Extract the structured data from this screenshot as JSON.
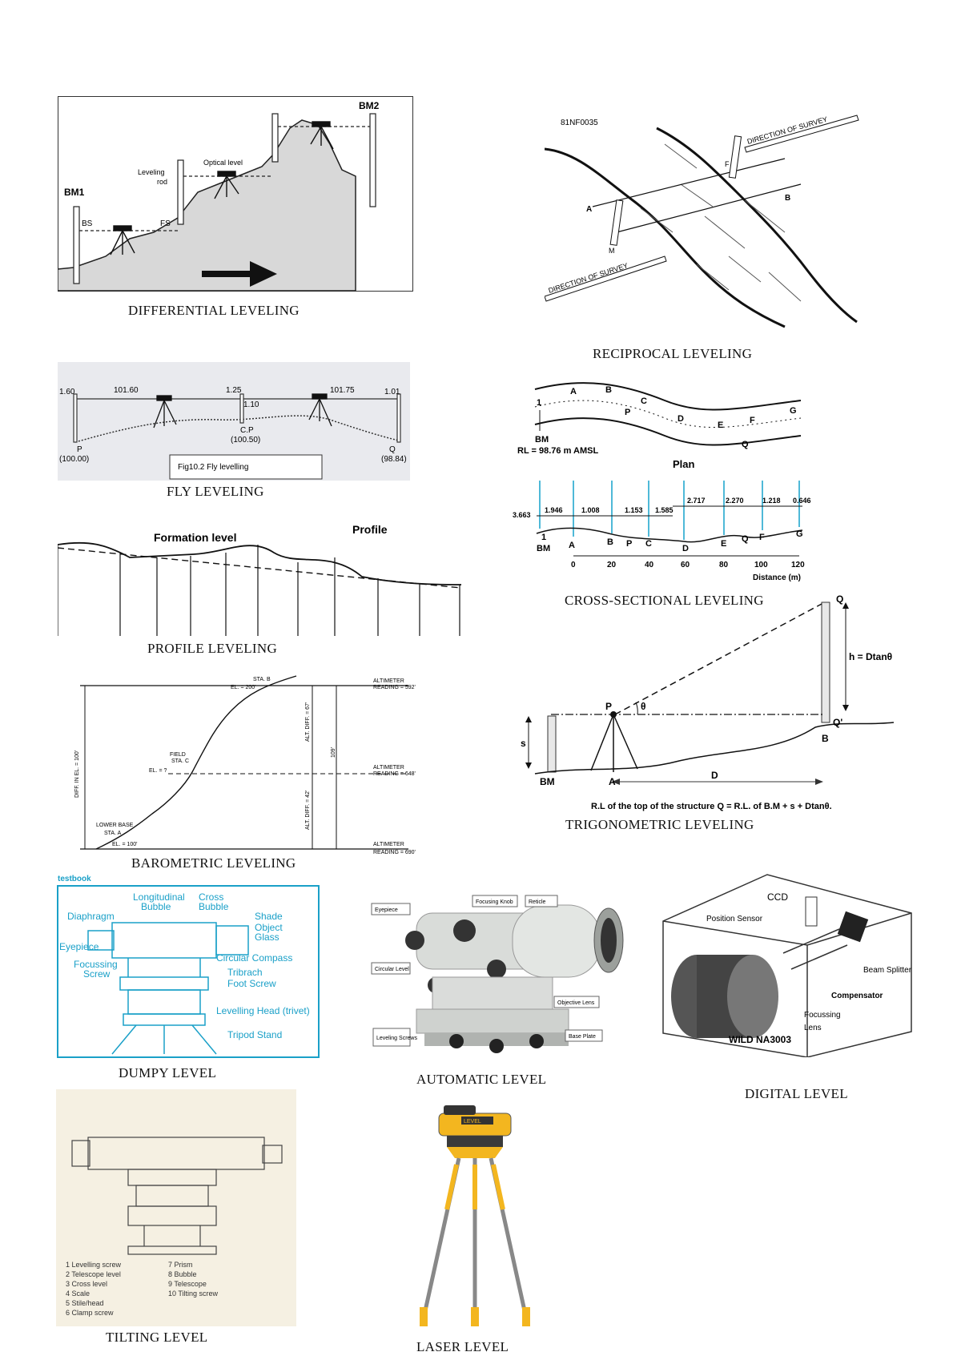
{
  "captions": {
    "differential": "DIFFERENTIAL LEVELING",
    "reciprocal": "RECIPROCAL LEVELING",
    "fly": "FLY LEVELING",
    "cross": "CROSS-SECTIONAL LEVELING",
    "profile": "PROFILE LEVELING",
    "trig": "TRIGONOMETRIC LEVELING",
    "barometric": "BAROMETRIC LEVELING",
    "dumpy": "DUMPY LEVEL",
    "automatic": "AUTOMATIC LEVEL",
    "digital": "DIGITAL LEVEL",
    "tilting": "TILTING LEVEL",
    "laser": "LASER LEVEL"
  },
  "differential": {
    "bm1": "BM1",
    "bm2": "BM2",
    "bs": "BS",
    "fs": "FS",
    "rod": "Leveling",
    "rod2": "rod",
    "optical": "Optical level"
  },
  "reciprocal": {
    "code": "81NF0035",
    "dir1": "DIRECTION OF SURVEY",
    "dir2": "DIRECTION OF SURVEY",
    "a": "A",
    "b": "B",
    "f": "F",
    "m": "M"
  },
  "fly": {
    "v1": "1.60",
    "v2": "101.60",
    "v3": "1.25",
    "v4": "1.10",
    "v5": "101.75",
    "v6": "1.01",
    "p": "P",
    "p_val": "(100.00)",
    "cp": "C.P",
    "cp_val": "(100.50)",
    "q": "Q",
    "q_val": "(98.84)",
    "fig_caption": "Fig10.2 Fly levelling"
  },
  "cross": {
    "bm": "BM",
    "rl": "RL = 98.76 m AMSL",
    "plan": "Plan",
    "plan_points": [
      "1",
      "A",
      "B",
      "P",
      "C",
      "D",
      "E",
      "F",
      "G",
      "Q"
    ],
    "readings": [
      "3.663",
      "1.946",
      "1.008",
      "1.153",
      "1.585",
      "2.717",
      "2.270",
      "1.218",
      "0.646"
    ],
    "profile_points": [
      "1",
      "BM",
      "A",
      "B",
      "P",
      "C",
      "D",
      "E",
      "Q",
      "F",
      "G"
    ],
    "axis_ticks": [
      "0",
      "20",
      "40",
      "60",
      "80",
      "100",
      "120"
    ],
    "axis_label": "Distance (m)"
  },
  "profile": {
    "formation": "Formation level",
    "profile": "Profile"
  },
  "trig": {
    "q": "Q",
    "q2": "Q'",
    "h": "h = Dtanθ",
    "p": "P",
    "theta": "θ",
    "s": "s",
    "bm": "BM",
    "a": "A",
    "b": "B",
    "d": "D",
    "formula": "R.L of the top of the structure Q = R.L. of B.M + s + Dtanθ."
  },
  "barometric": {
    "sta_b": "STA. B",
    "el_b": "EL. = 200'",
    "alt1": "ALTIMETER",
    "read1": "READING = 592'",
    "alt2": "ALTIMETER",
    "read2": "READING = 648'",
    "alt3": "ALTIMETER",
    "read3": "READING = 690'",
    "field": "FIELD",
    "sta_c": "STA. C",
    "el_c": "EL. = ?",
    "lower": "LOWER BASE",
    "sta_a": "STA. A",
    "el_a": "EL. = 100'",
    "diff": "DIFF. IN EL. = 100'",
    "altd1": "ALT. DIFF. = 67'",
    "altd2": "ALT. DIFF. = 42'",
    "total": "109'"
  },
  "dumpy": {
    "brand": "testbook",
    "labels": [
      "Longitudinal",
      "Bubble",
      "Cross",
      "Bubble",
      "Diaphragm",
      "Shade",
      "Object",
      "Glass",
      "Eyepiece",
      "Circular Compass",
      "Focussing",
      "Screw",
      "Tribrach",
      "Foot Screw",
      "Levelling Head (trivet)",
      "Tripod Stand"
    ]
  },
  "automatic": {
    "labels": [
      "Eyepiece",
      "Focusing Knob",
      "Reticle",
      "Circular Level",
      "Objective Lens",
      "Leveling Screws",
      "Base Plate"
    ]
  },
  "digital": {
    "labels": [
      "CCD",
      "Position Sensor",
      "Beam Splitter",
      "Compensator",
      "Focussing",
      "Lens",
      "WILD NA3003"
    ]
  },
  "tilting": {
    "legend": [
      "1  Levelling screw",
      "2  Telescope level",
      "3  Cross level",
      "4  Scale",
      "5  Stile/head",
      "6  Clamp screw",
      "7  Prism",
      "8  Bubble",
      "9  Telescope",
      "10  Tilting screw"
    ]
  },
  "laser": {
    "brand": "LEVEL"
  }
}
